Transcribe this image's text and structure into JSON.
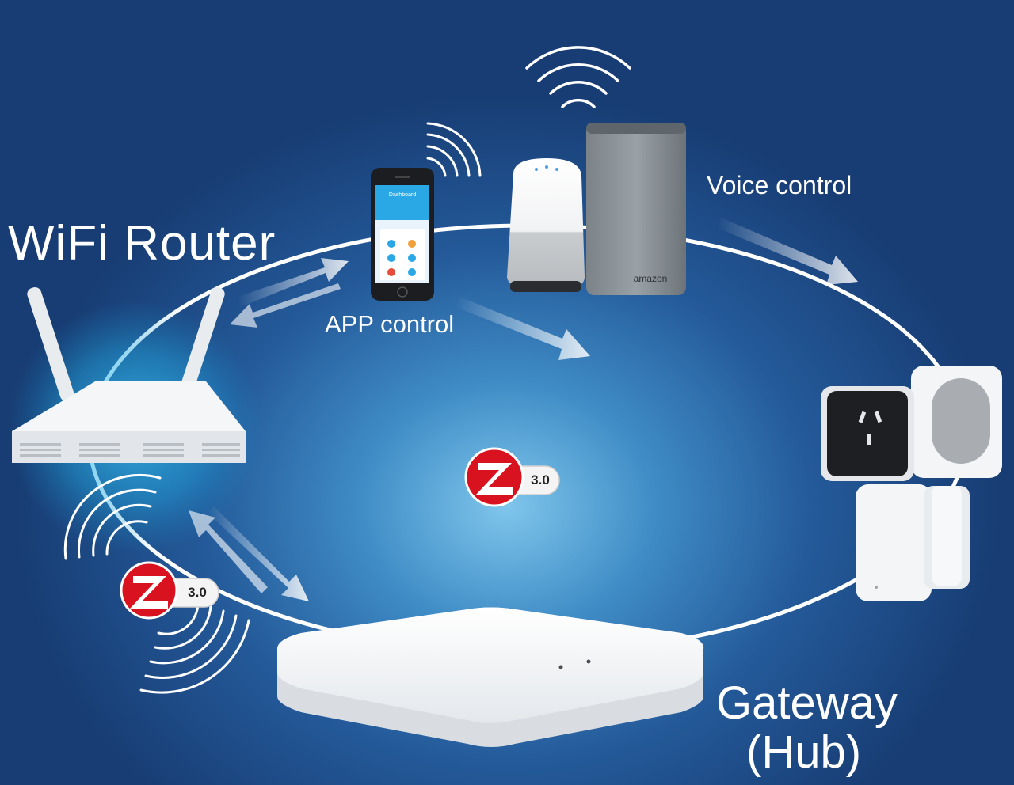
{
  "labels": {
    "router": "WiFi Router",
    "app_control": "APP control",
    "voice_control": "Voice control",
    "gateway_line1": "Gateway",
    "gateway_line2": "(Hub)"
  },
  "badges": {
    "zigbee_version": "3.0",
    "speaker_brand": "amazon",
    "phone_screen_title": "Dashboard"
  },
  "colors": {
    "background_center": "#7fc6ec",
    "background_edge": "#183d74",
    "text": "#ffffff",
    "zigbee_red": "#d8121e",
    "ring": "#ffffff"
  },
  "icons": [
    "wifi-router-icon",
    "smartphone-icon",
    "smart-speaker-icon",
    "echo-speaker-icon",
    "smart-plug-icon",
    "motion-sensor-icon",
    "door-sensor-icon",
    "gateway-hub-icon",
    "zigbee-logo-icon",
    "wifi-waves-icon",
    "arrow-icon"
  ]
}
